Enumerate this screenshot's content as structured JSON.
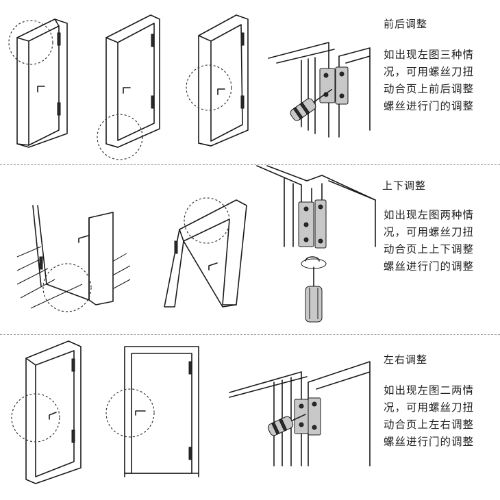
{
  "sections": [
    {
      "title": "前后调整",
      "lines": [
        "如出现左图三种情",
        "况，可用螺丝刀扭",
        "动合页上前后调整",
        "螺丝进行门的调整"
      ]
    },
    {
      "title": "上下调整",
      "lines": [
        "如出现左图两种情",
        "况，可用螺丝刀扭",
        "动合页上上下调整",
        "螺丝进行门的调整"
      ]
    },
    {
      "title": "左右调整",
      "lines": [
        "如出现左图二两情",
        "况，可用螺丝刀扭",
        "动合页上左右调整",
        "螺丝进行门的调整"
      ]
    }
  ]
}
